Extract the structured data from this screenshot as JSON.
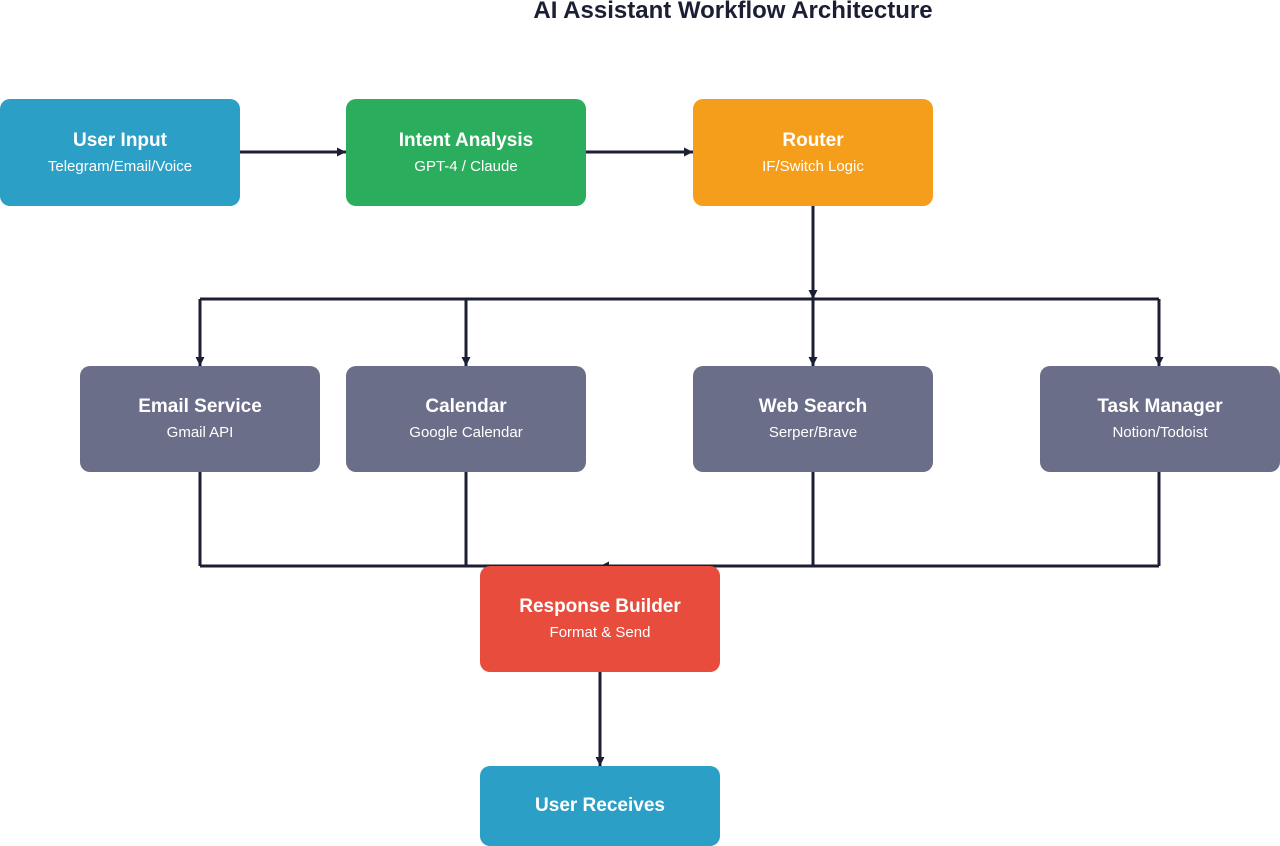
{
  "diagram": {
    "title": "AI Assistant Workflow Architecture",
    "nodes": {
      "user_input": {
        "title": "User Input",
        "subtitle": "Telegram/Email/Voice",
        "color": "#2c9fc7"
      },
      "intent_analysis": {
        "title": "Intent Analysis",
        "subtitle": "GPT-4 / Claude",
        "color": "#2aae5e"
      },
      "router": {
        "title": "Router",
        "subtitle": "IF/Switch Logic",
        "color": "#f59e1b"
      },
      "email_service": {
        "title": "Email Service",
        "subtitle": "Gmail API",
        "color": "#6b6e89"
      },
      "calendar": {
        "title": "Calendar",
        "subtitle": "Google Calendar",
        "color": "#6b6e89"
      },
      "web_search": {
        "title": "Web Search",
        "subtitle": "Serper/Brave",
        "color": "#6b6e89"
      },
      "task_manager": {
        "title": "Task Manager",
        "subtitle": "Notion/Todoist",
        "color": "#6b6e89"
      },
      "response_builder": {
        "title": "Response Builder",
        "subtitle": "Format & Send",
        "color": "#e84c3d"
      },
      "user_receives": {
        "title": "User Receives",
        "color": "#2c9fc7"
      }
    },
    "edges": [
      {
        "from": "user_input",
        "to": "intent_analysis"
      },
      {
        "from": "intent_analysis",
        "to": "router"
      },
      {
        "from": "router",
        "to": "email_service"
      },
      {
        "from": "router",
        "to": "calendar"
      },
      {
        "from": "router",
        "to": "web_search"
      },
      {
        "from": "router",
        "to": "task_manager"
      },
      {
        "from": "email_service",
        "to": "response_builder"
      },
      {
        "from": "calendar",
        "to": "response_builder"
      },
      {
        "from": "web_search",
        "to": "response_builder"
      },
      {
        "from": "task_manager",
        "to": "response_builder"
      },
      {
        "from": "response_builder",
        "to": "user_receives"
      }
    ],
    "line_color": "#1c1f33"
  }
}
